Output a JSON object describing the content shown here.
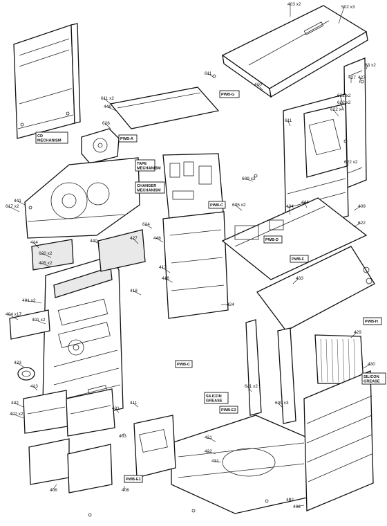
{
  "diagram": {
    "part_numbers": [
      {
        "text": "403 x2"
      },
      {
        "text": "502 x3"
      },
      {
        "text": "427"
      },
      {
        "text": "410"
      },
      {
        "text": "63 x2"
      },
      {
        "text": "427"
      },
      {
        "text": "611"
      },
      {
        "text": "611 x2"
      },
      {
        "text": "446"
      },
      {
        "text": "626"
      },
      {
        "text": "622 x2"
      },
      {
        "text": "622 x2"
      },
      {
        "text": "622 x4"
      },
      {
        "text": "611"
      },
      {
        "text": "622 x2"
      },
      {
        "text": "441"
      },
      {
        "text": "617 x2"
      },
      {
        "text": "609 x3"
      },
      {
        "text": "409"
      },
      {
        "text": "622"
      },
      {
        "text": "605 x2"
      },
      {
        "text": "434"
      },
      {
        "text": "444"
      },
      {
        "text": "624"
      },
      {
        "text": "446"
      },
      {
        "text": "427"
      },
      {
        "text": "440"
      },
      {
        "text": "414"
      },
      {
        "text": "620 x2"
      },
      {
        "text": "405 x2"
      },
      {
        "text": "416"
      },
      {
        "text": "417"
      },
      {
        "text": "418"
      },
      {
        "text": "424"
      },
      {
        "text": "433"
      },
      {
        "text": "401 x2"
      },
      {
        "text": "404 x17"
      },
      {
        "text": "401 x2"
      },
      {
        "text": "423"
      },
      {
        "text": "413"
      },
      {
        "text": "402"
      },
      {
        "text": "402 x2"
      },
      {
        "text": "403"
      },
      {
        "text": "406"
      },
      {
        "text": "406"
      },
      {
        "text": "432"
      },
      {
        "text": "431"
      },
      {
        "text": "422"
      },
      {
        "text": "421"
      },
      {
        "text": "430"
      },
      {
        "text": "408"
      },
      {
        "text": "429"
      },
      {
        "text": "611 x2"
      },
      {
        "text": "609 x3"
      },
      {
        "text": "411"
      },
      {
        "text": "401"
      }
    ],
    "boxed_labels": [
      {
        "text": "PWB-G"
      },
      {
        "text": "CD MECHANISM"
      },
      {
        "text": "PWB-A"
      },
      {
        "text": "PWB-C"
      },
      {
        "text": "TAPE MECHANISM"
      },
      {
        "text": "CHANGER MECHANISM"
      },
      {
        "text": "PWB-C"
      },
      {
        "text": "PWB-D"
      },
      {
        "text": "PWB-F"
      },
      {
        "text": "PWB-H"
      },
      {
        "text": "PWB-E1"
      },
      {
        "text": "PWB-E2"
      },
      {
        "text": "SILICON GREASE"
      },
      {
        "text": "SILICON GREASE"
      },
      {
        "text": "PWB-E1"
      }
    ]
  }
}
